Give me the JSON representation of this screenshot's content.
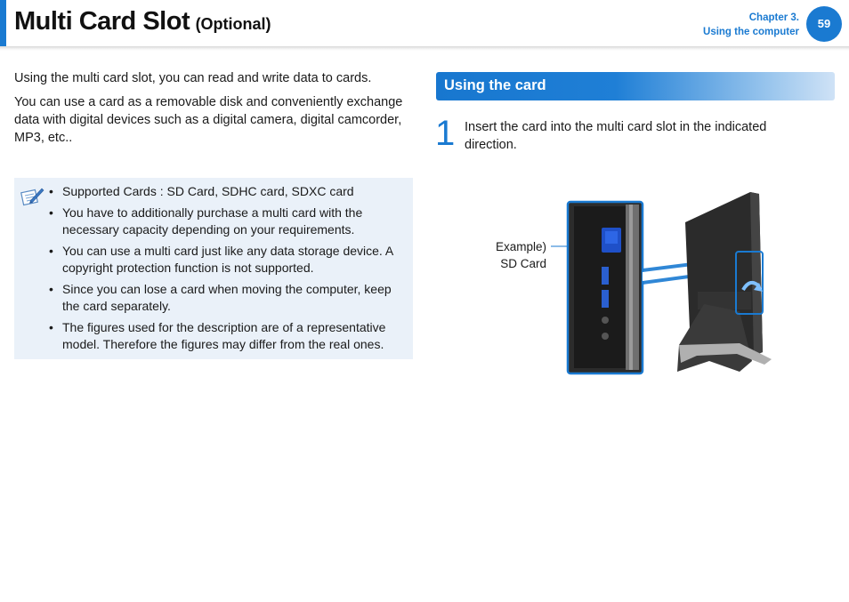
{
  "header": {
    "title": "Multi Card Slot",
    "title_suffix": "(Optional)",
    "chapter_label": "Chapter 3.",
    "chapter_title": "Using the computer",
    "page_number": "59"
  },
  "intro": {
    "para1": "Using the multi card slot, you can read and write data to cards.",
    "para2": "You can use a card as a removable disk and conveniently exchange data with digital devices such as a digital camera, digital camcorder, MP3, etc.."
  },
  "notes": {
    "icon": "memo-pen-icon",
    "bullet": "•",
    "items": [
      "Supported Cards : SD Card, SDHC card, SDXC card",
      "You have to additionally purchase a multi card with the necessary capacity depending on your requirements.",
      "You can use a multi card just like any data storage device. A copyright protection function is not supported.",
      "Since you can lose a card when moving the computer, keep the card separately.",
      "The figures used for the description are of a representative model. Therefore the figures may differ from the real ones."
    ]
  },
  "section": {
    "heading": "Using the card",
    "step_number": "1",
    "step_text": "Insert the card into the multi card slot in the indicated direction."
  },
  "figure": {
    "callout_line1": "Example)",
    "callout_line2": "SD Card"
  },
  "colors": {
    "accent": "#1a7ad1",
    "note_background": "#eaf1f9"
  }
}
